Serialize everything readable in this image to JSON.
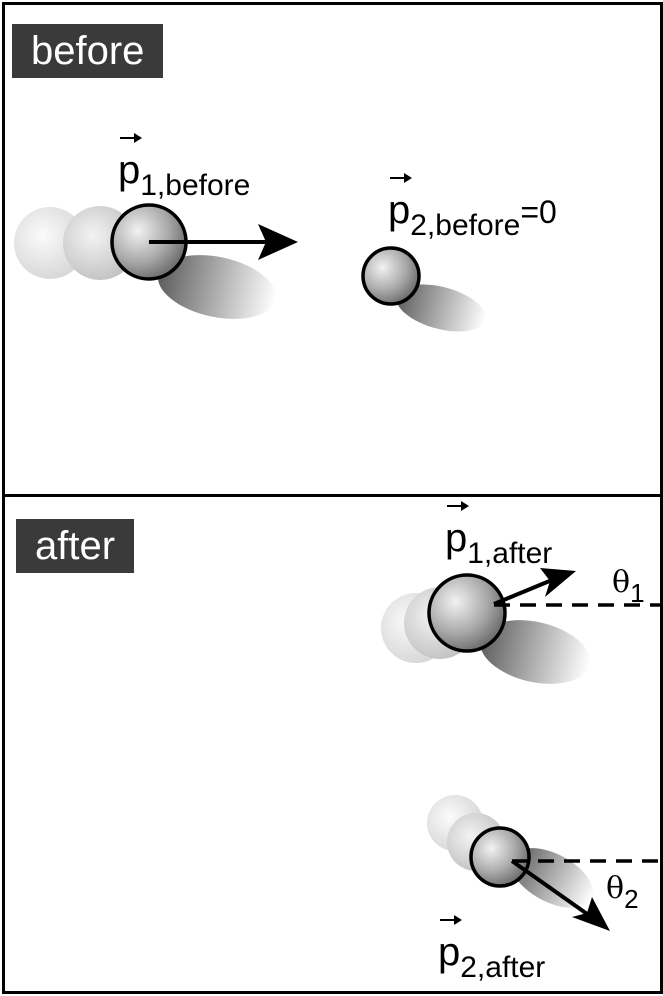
{
  "panels": {
    "before": {
      "label": "before"
    },
    "after": {
      "label": "after"
    }
  },
  "labels": {
    "p1_before": {
      "symbol": "p",
      "subscript": "1,before"
    },
    "p2_before": {
      "symbol": "p",
      "subscript": "2,before",
      "suffix": "=0"
    },
    "p1_after": {
      "symbol": "p",
      "subscript": "1,after"
    },
    "p2_after": {
      "symbol": "p",
      "subscript": "2,after"
    },
    "theta1": {
      "symbol": "θ",
      "subscript": "1"
    },
    "theta2": {
      "symbol": "θ",
      "subscript": "2"
    }
  },
  "colors": {
    "frame": "#000000",
    "tag_bg": "#3a3a3a",
    "tag_text": "#ffffff",
    "ball_dark": "#6e6e6e",
    "ball_light": "#ececec"
  }
}
